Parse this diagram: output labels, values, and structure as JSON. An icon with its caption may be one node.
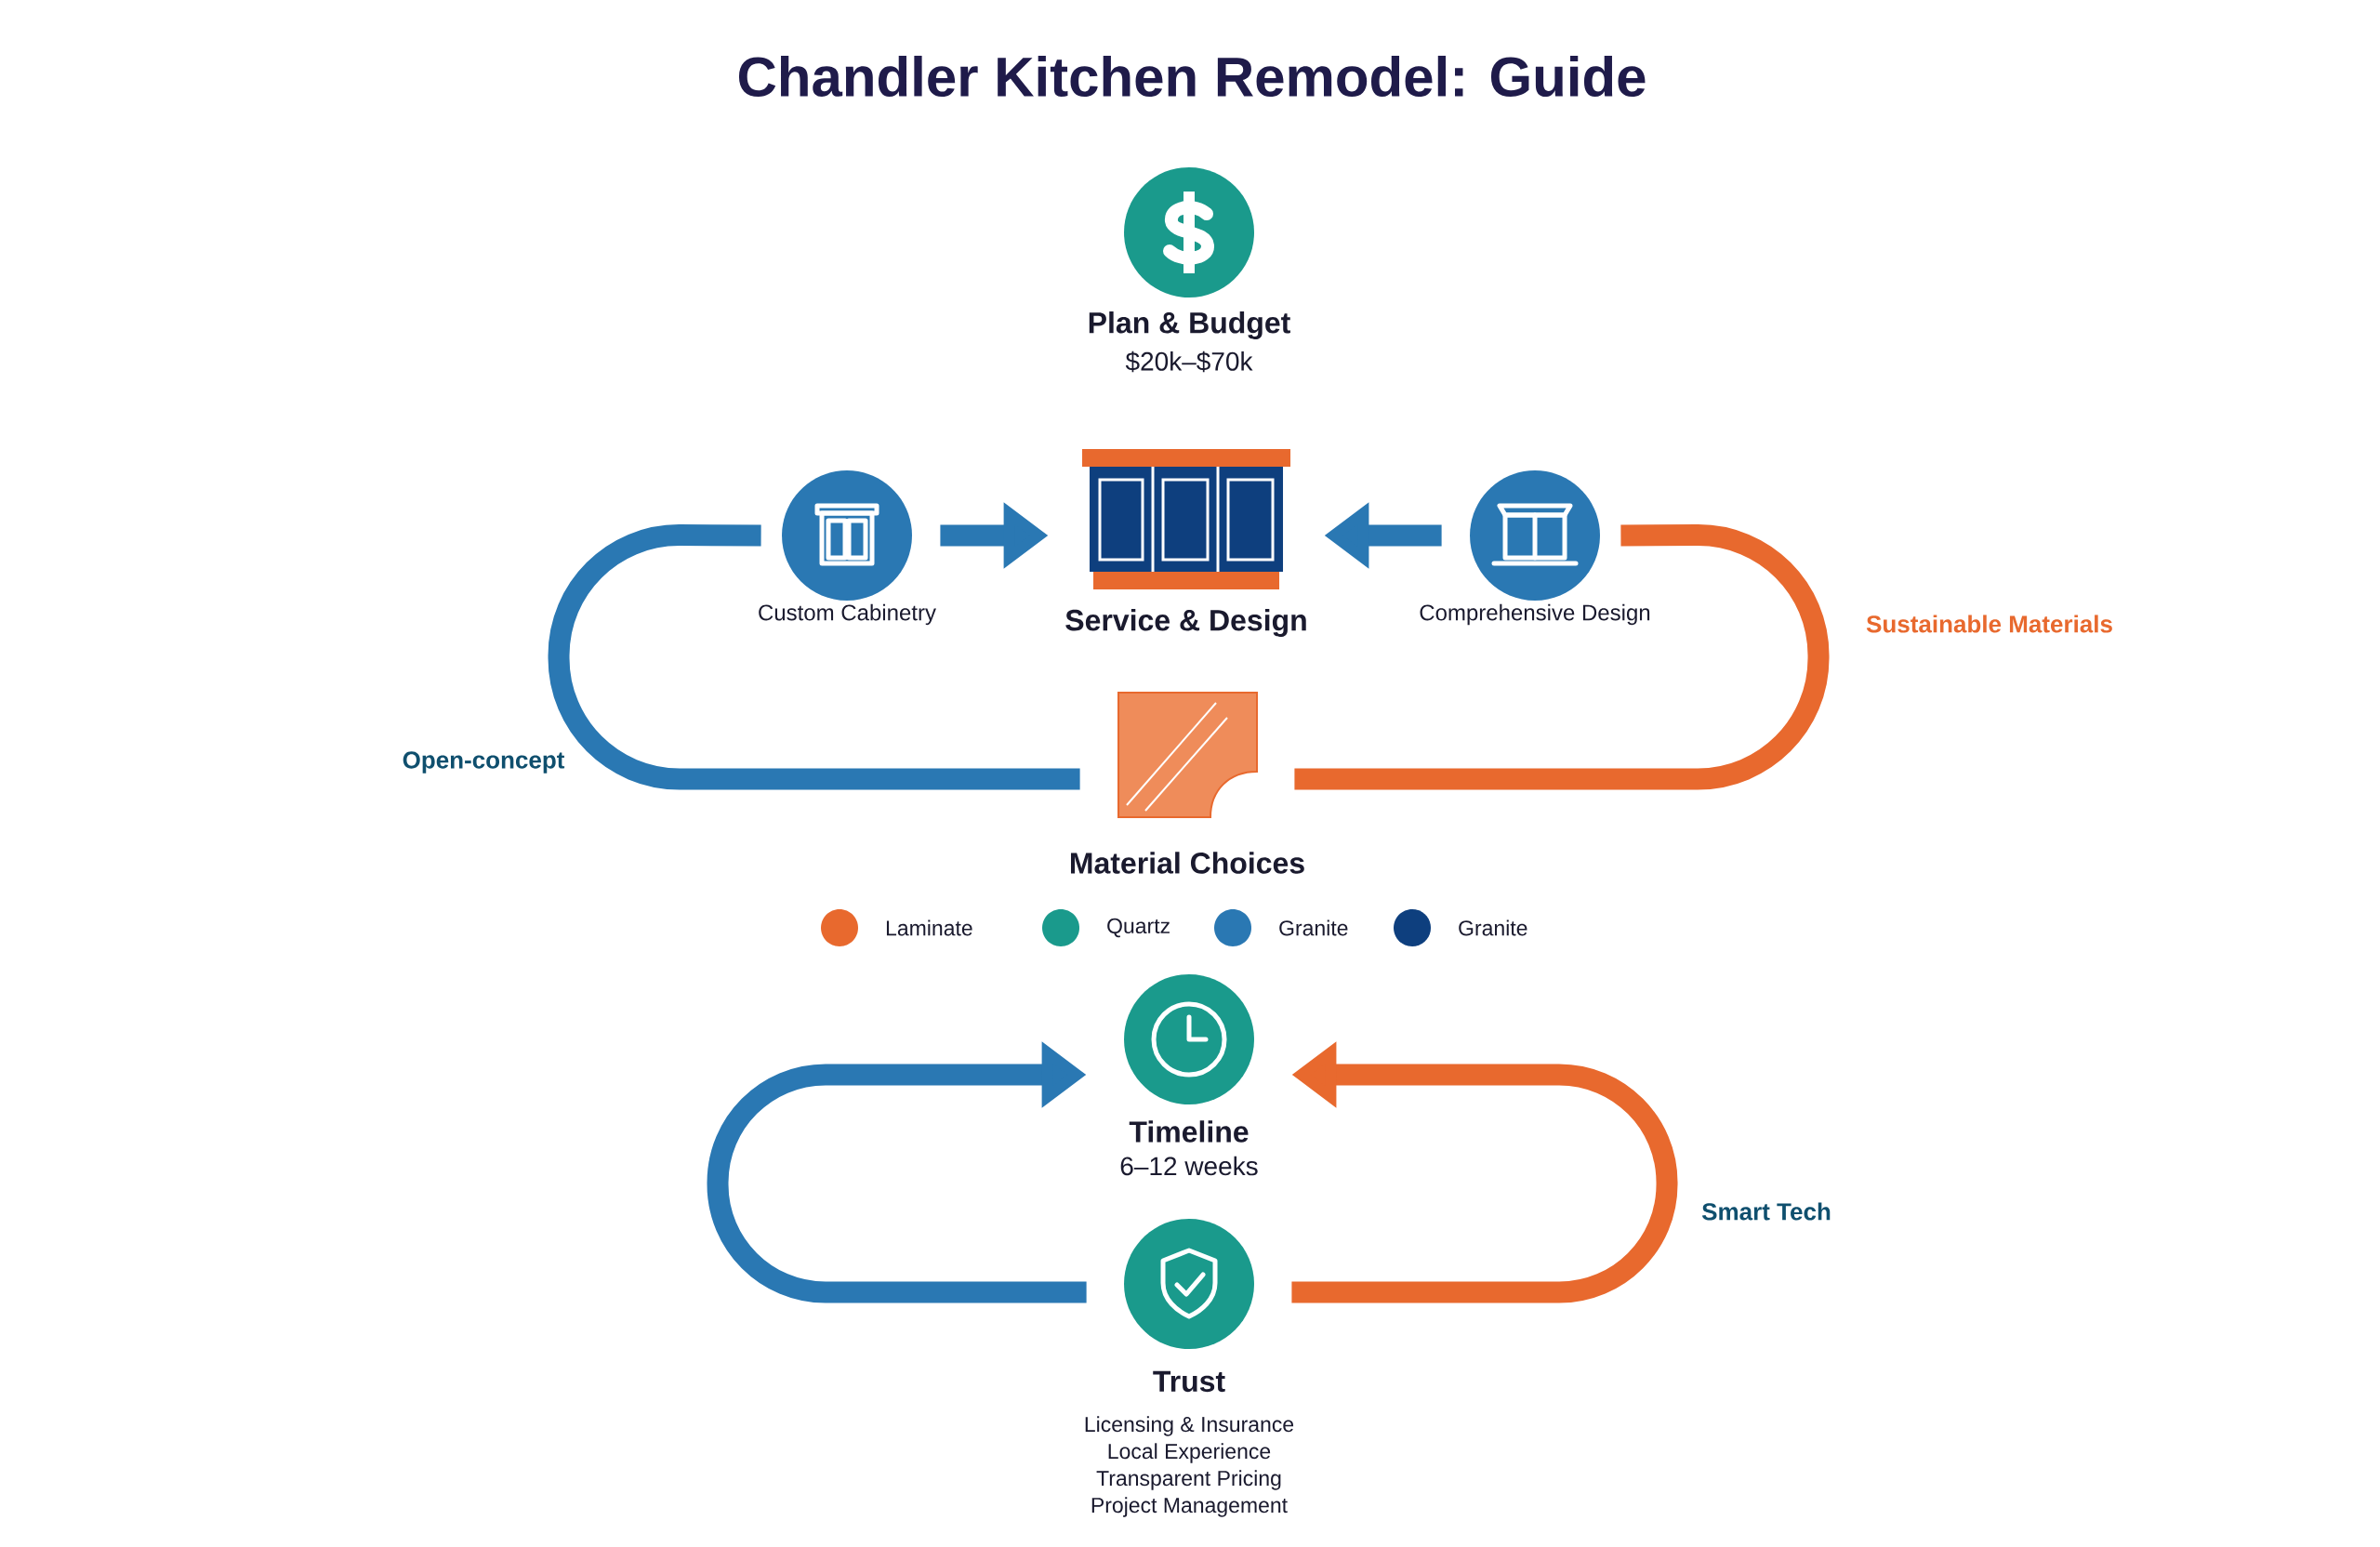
{
  "diagram": {
    "title": "Chandler Kitchen Remodel: Guide",
    "nodes": [
      {
        "text": [
          "Plan & Budget",
          "$20k–$70k"
        ]
      },
      {
        "text": [
          "Custom Cabinetry"
        ]
      },
      {
        "text": [
          "Service & Design"
        ]
      },
      {
        "text": [
          "Comprehensive Design"
        ]
      },
      {
        "text": [
          "Material Choices"
        ]
      },
      {
        "text": [
          "Timeline",
          "6–12 weeks"
        ]
      },
      {
        "text": [
          "Trust",
          "Licensing & Insurance",
          "Local Experience",
          "Transparent Pricing",
          "Project Management"
        ]
      }
    ],
    "edges": [
      {
        "from": 1,
        "to": 2,
        "arrow": "to",
        "color": "#2a78b3"
      },
      {
        "from": 3,
        "to": 2,
        "arrow": "to",
        "color": "#2a78b3"
      },
      {
        "from": 1,
        "to": 4,
        "arrow": "none",
        "label": "Open-concept",
        "color": "#2a78b3"
      },
      {
        "from": 3,
        "to": 4,
        "arrow": "none",
        "label": "Sustainable Materials",
        "color": "#e8692e"
      },
      {
        "from": 6,
        "to": 5,
        "arrow": "to",
        "color": "#2a78b3"
      },
      {
        "from": 6,
        "to": 5,
        "arrow": "to",
        "label": "Smart Tech",
        "color": "#e8692e"
      }
    ],
    "legend": [
      {
        "text": "Laminate",
        "color": "#e8692e"
      },
      {
        "text": "Quartz",
        "color": "#1a9a8c"
      },
      {
        "text": "Granite",
        "color": "#2a78b3"
      },
      {
        "text": "Granite",
        "color": "#0e3f7e"
      }
    ]
  }
}
